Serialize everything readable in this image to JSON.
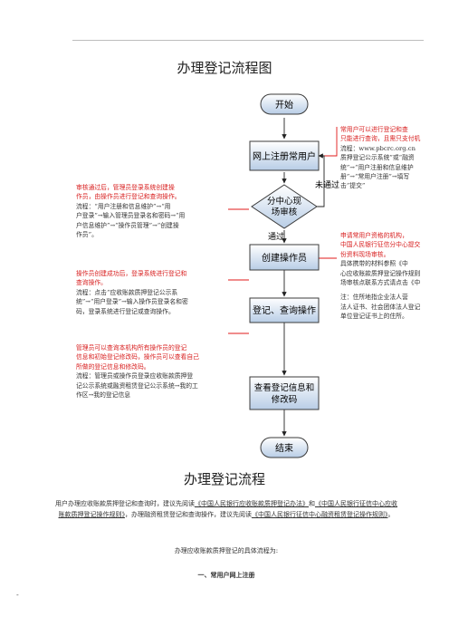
{
  "page": {
    "title": "办理登记流程图",
    "section_title": "办理登记流程",
    "intro_parts": [
      "用户办理应收账款质押登记和查询时，建议先阅读",
      "《中国人民银行应收账款质押登记办法》",
      "和",
      "《中国人民银行征信中心应收账款质押登记操作规则》",
      "，办理融资租赁登记和查询操作，建议先阅读",
      "《中国人民银行征信中心融资租赁登记操作规则》",
      "。"
    ],
    "steps_line": "办理应收账款质押登记的具体流程为:",
    "heading1": "一、常用户网上注册",
    "footer_mark": "-"
  },
  "flow": {
    "start": "开始",
    "register": "网上注册常用户",
    "center_review_line1": "分中心现",
    "center_review_line2": "场审核",
    "not_passed": "未通过",
    "passed": "通过",
    "create_operator": "创建操作员",
    "register_query": "登记、查询操作",
    "view_info_line1": "查看登记信息和",
    "view_info_line2": "修改码",
    "end": "结束"
  },
  "notes": {
    "right_top": {
      "red1": "常用户可以进行登记和查",
      "red2": "只能进行查询，且需只支付机",
      "black": [
        "流程：www.pbcrc.org.cn",
        "质押登记公示系统”或“融资",
        "统”→“用户注册和信息维护",
        "册”→“常用户注册”→填写",
        "击“提交”"
      ]
    },
    "left_review": {
      "red1": "审核通过后，管理员登录系统创建操",
      "red2": "作员，由操作员进行登记和查询操作。",
      "black": [
        "流程：“用户注册和信息维护”→“用",
        "户登录”→输入管理员登录名和密码→“用",
        "户信息维护”→“操作员管理”→“创建操",
        "作员”。"
      ]
    },
    "right_mid": {
      "red1": "申请常用户资格的机构，",
      "red2": "中国人民银行征信分中心提交",
      "red3": "份资料现场审核。",
      "black": [
        "具体携带的材料参照《中",
        "心应收账款质押登记操作规则",
        "场审核点联系方式请点击《中",
        "",
        "注：住所地指企业法人营",
        "法人证书、社会团体法人登记",
        "单位登记证书上的住所。"
      ]
    },
    "left_create": {
      "red1": "操作员创建成功后，登录系统进行登记和",
      "red2": "查询操作。",
      "black": [
        "流程：点击“应收账款质押登记公示系",
        "统”→“用户登录”→输入操作员登录名和密",
        "码，登录系统进行登记或查询操作。"
      ]
    },
    "left_view": {
      "red1": "管理员可以查询本机构所有操作员的登记",
      "red2": "信息和初始登记修改码，操作员可以查看自己",
      "red3": "所做的登记信息和修改码。",
      "black": [
        "流程：管理员或操作员登录应收账款质押登",
        "记公示系统或融资租赁登记公示系统→我的工",
        "作区→我的登记信息"
      ]
    }
  },
  "colors": {
    "box_stroke": "#3b3b3b",
    "box_fill_top": "#ffffff",
    "box_fill_bottom": "#b8cde6",
    "note_red": "#d81e1e",
    "connector_red": "#e01818"
  }
}
